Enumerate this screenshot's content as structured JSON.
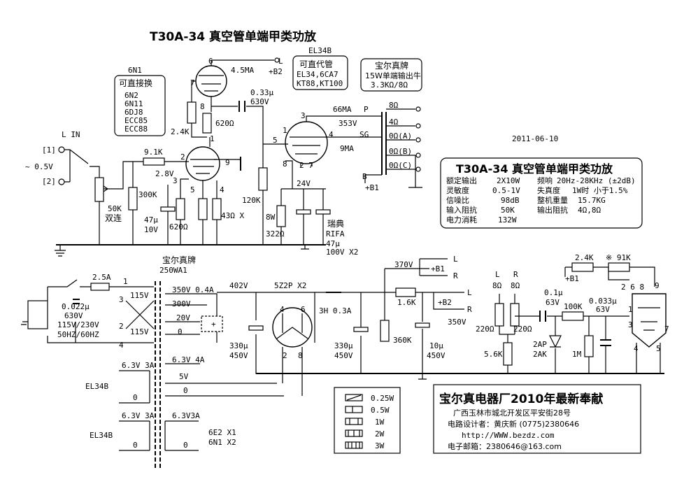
{
  "title": "T30A-34 真空管单端甲类功放",
  "date": "2011-06-10",
  "tube_6n1": {
    "name": "6N1",
    "box_title": "可直接换",
    "subs": [
      "6N2",
      "6N11",
      "6DJ8",
      "ECC85",
      "ECC88"
    ]
  },
  "tube_el34b": {
    "name": "EL34B",
    "box_title": "可直代管",
    "subs": [
      "EL34,6CA7",
      "KT88,KT100"
    ]
  },
  "transformer_box": {
    "brand": "宝尔真牌",
    "line1": "15W单端输出牛",
    "line2": "3.3KΩ/8Ω"
  },
  "input": {
    "label": "L IN",
    "pin1": "[1]",
    "pin2": "[2]",
    "level": "~ 0.5V"
  },
  "pot": {
    "value": "50K",
    "note": "双连"
  },
  "labels": {
    "r_9k1": "9.1K",
    "v_2_8": "2.8V",
    "r_300k": "300K",
    "c_47u": "47μ",
    "c_10v": "10V",
    "r_620_cath": "620Ω",
    "r_43": "43Ω X",
    "r_2k4_top": "2.4K",
    "r_620_top": "620Ω",
    "ma_4_5": "4.5MA",
    "plus_b2_top": "L\n+B2",
    "c_033": "0.33μ",
    "c_630v": "630V",
    "r_120k": "120K",
    "ma_66": "66MA",
    "v_353": "353V",
    "ma_9": "9MA",
    "p": "P",
    "sg": "SG",
    "v_24": "24V",
    "r_8w": "8W",
    "r_322": "322Ω",
    "c_rifa1": "瑞典",
    "c_rifa2": "RIFA",
    "c_rifa3": "47μ",
    "c_rifa4": "100V X2",
    "b_label": "B",
    "plus_b1": "+B1",
    "out_8": "8Ω",
    "out_4": "4Ω",
    "out_0a": "0Ω(A)",
    "out_0b": "0Ω(B)",
    "out_0c": "0Ω(C)",
    "pin_6": "6",
    "pin_7": "7",
    "pin_8": "8",
    "pin_1": "1",
    "pin_2": "2",
    "pin_3": "3",
    "pin_4": "4",
    "pin_5": "5",
    "pin_9": "9"
  },
  "specs": {
    "title": "T30A-34 真空管单端甲类功放",
    "left": [
      [
        "额定输出",
        "2X10W"
      ],
      [
        "灵敏度",
        "0.5-1V"
      ],
      [
        "信噪比",
        "98dB"
      ],
      [
        "输入阻抗",
        "50K"
      ],
      [
        "电力消耗",
        "132W"
      ]
    ],
    "right": [
      [
        "频响",
        "20Hz-28KHz (±2dB)"
      ],
      [
        "失真度",
        "1W时 小于1.5%"
      ],
      [
        "整机重量",
        "15.7KG"
      ],
      [
        "输出阻抗",
        "4Ω,8Ω"
      ]
    ]
  },
  "power": {
    "brand": "宝尔真牌",
    "model": "250WA1",
    "fuse": "2.5A",
    "cap": "0.022μ",
    "cap_v": "630V",
    "mains": "115V/230V",
    "freq": "50HZ/60HZ",
    "p115a": "115V",
    "p115b": "115V",
    "s350": "350V 0.4A",
    "s300": "300V",
    "s20": "20V",
    "s0": "0",
    "h63a": "6.3V 4A",
    "h5": "5V",
    "h0": "0",
    "el34_1": "EL34B",
    "h63_1": "6.3V 3A",
    "h0_1": "0",
    "el34_2": "EL34B",
    "h63_2": "6.3V 3A",
    "h0_2": "0",
    "h63_3": "6.3V3A",
    "h0_3": "0",
    "tubes_a": "6E2 X1",
    "tubes_b": "6N1 X2",
    "v402": "402V",
    "rect": "5Z2P X2",
    "c330a": "330μ",
    "c450a": "450V",
    "choke": "3H 0.3A",
    "c330b": "330μ",
    "c450b": "450V",
    "r360k": "360K",
    "v370": "370V",
    "plus_b1": "+B1",
    "r1k6": "1.6K",
    "plus_b2": "+B2",
    "v350": "350V",
    "c10u": "10μ",
    "c450c": "450V",
    "lbl_l1": "L",
    "lbl_r1": "R",
    "lbl_l2": "L",
    "lbl_r2": "R"
  },
  "indicator": {
    "l": "L",
    "r": "R",
    "r8a": "8Ω",
    "r8b": "8Ω",
    "r220a": "220Ω",
    "r220b": "220Ω",
    "r5k6": "5.6K",
    "c01": "0.1μ",
    "c63": "63V",
    "r100k": "100K",
    "c0033": "0.033μ",
    "c63b": "63V",
    "r1m": "1M",
    "d1": "2AP",
    "d2": "2AK",
    "r2k4": "2.4K",
    "r91k": "※ 91K",
    "plus_b1": "+B1",
    "pins_top": "2 6 8",
    "p9": "9",
    "p1": "1",
    "p3": "3",
    "p7": "7",
    "p4": "4",
    "p5": "5"
  },
  "legend": [
    "0.25W",
    "0.5W",
    "1W",
    "2W",
    "3W"
  ],
  "factory": {
    "name": "宝尔真电器厂2010年最新奉献",
    "addr": "广西玉林市城北开发区平安街28号",
    "designer": "电路设计者：黄庆新   (0775)2380646",
    "web": "http://WWW.bezdz.com",
    "email": "电子邮箱：2380646@163.com"
  }
}
